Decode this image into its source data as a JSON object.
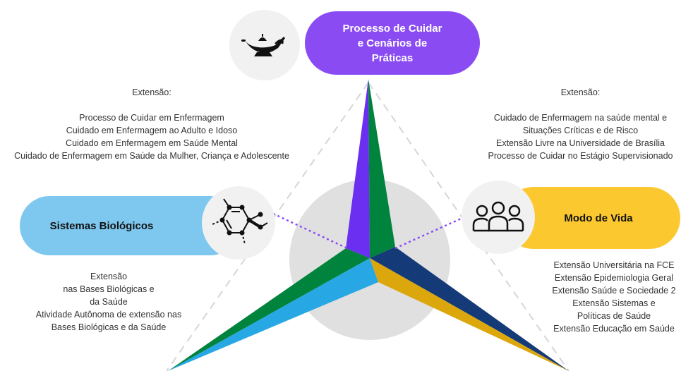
{
  "nodes": {
    "top": {
      "title_lines": [
        "Processo de Cuidar",
        "e Cenários de",
        "Práticas"
      ],
      "icon": "oil-lamp-icon",
      "color": "#8a4cf2"
    },
    "left": {
      "title": "Sistemas Biológicos",
      "icon": "molecule-icon",
      "color": "#7ec8ef"
    },
    "right": {
      "title": "Modo de Vida",
      "icon": "people-group-icon",
      "color": "#fcc830"
    }
  },
  "texts": {
    "top_left": {
      "heading": "Extensão:",
      "items": [
        "Processo de Cuidar em Enfermagem",
        "Cuidado em Enfermagem ao Adulto e Idoso",
        "Cuidado em Enfermagem em Saúde Mental",
        "Cuidado de Enfermagem em Saúde da Mulher, Criança  e Adolescente"
      ]
    },
    "top_right": {
      "heading": "Extensão:",
      "items": [
        "Cuidado de Enfermagem na saúde mental e",
        "Situações Críticas e de Risco",
        "Extensão  Livre na Universidade de Brasília",
        "Processo de Cuidar no Estágio Supervisionado"
      ]
    },
    "bottom_left": {
      "items": [
        "Extensão",
        "nas Bases Biológicas e",
        "da Saúde",
        "Atividade Autônoma de extensão nas",
        "Bases Biológicas e da Saúde"
      ]
    },
    "bottom_right": {
      "items": [
        "Extensão Universitária na FCE",
        "Extensão Epidemiologia Geral",
        "Extensão Saúde e Sociedade 2",
        "Extensão  Sistemas e",
        "Políticas de Saúde",
        "Extensão Educação em Saúde"
      ]
    }
  },
  "colors": {
    "star_purple": "#6a2ff0",
    "star_green": "#00843d",
    "star_blue": "#27a7e3",
    "star_navy": "#153a78",
    "star_gold": "#dba70c",
    "connector": "#8a4cf2",
    "center_circle": "#e0e0e0",
    "guide_lines": "#d6d6d6"
  }
}
